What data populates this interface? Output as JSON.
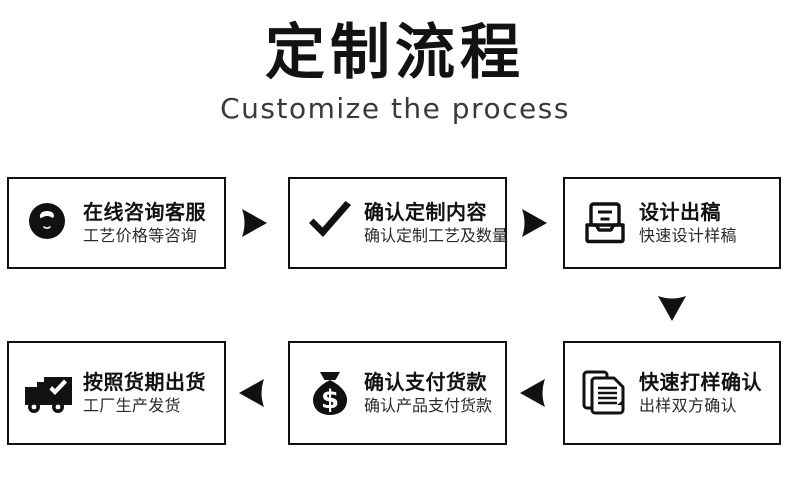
{
  "header": {
    "title": "定制流程",
    "subtitle": "Customize the process"
  },
  "colors": {
    "ink": "#111111",
    "border": "#111111",
    "background": "#ffffff",
    "subtitle_text": "#3a3a3a"
  },
  "flow": {
    "steps": [
      {
        "order": 1,
        "title": "在线咨询客服",
        "subtitle": "工艺价格等咨询",
        "icon": "headset-support-icon"
      },
      {
        "order": 2,
        "title": "确认定制内容",
        "subtitle": "确认定制工艺及数量",
        "icon": "checkmark-icon"
      },
      {
        "order": 3,
        "title": "设计出稿",
        "subtitle": "快速设计样稿",
        "icon": "inbox-tray-icon"
      },
      {
        "order": 4,
        "title": "快速打样确认",
        "subtitle": "出样双方确认",
        "icon": "documents-stack-icon"
      },
      {
        "order": 5,
        "title": "确认支付货款",
        "subtitle": "确认产品支付货款",
        "icon": "money-bag-dollar-icon"
      },
      {
        "order": 6,
        "title": "按照货期出货",
        "subtitle": "工厂生产发货",
        "icon": "delivery-truck-check-icon"
      }
    ],
    "arrows": [
      {
        "name": "arrow-step1-to-step2",
        "direction": "right"
      },
      {
        "name": "arrow-step2-to-step3",
        "direction": "right"
      },
      {
        "name": "arrow-step3-to-step4",
        "direction": "down"
      },
      {
        "name": "arrow-step4-to-step5",
        "direction": "left"
      },
      {
        "name": "arrow-step5-to-step6",
        "direction": "left"
      }
    ]
  }
}
